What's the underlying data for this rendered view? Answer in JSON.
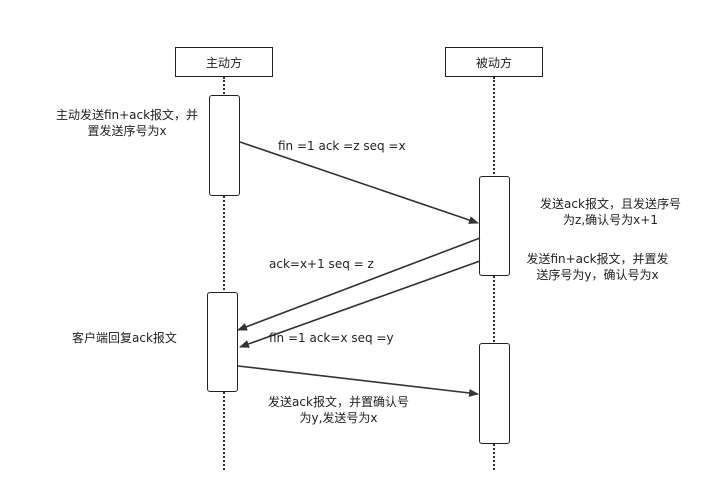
{
  "actors": {
    "active": "主动方",
    "passive": "被动方"
  },
  "messages": {
    "m1": "fin =1 ack =z seq =x",
    "m2": "ack=x+1 seq = z",
    "m3": "fin =1 ack=x seq =y"
  },
  "notes": {
    "active_send_fin_line1": "主动发送fin+ack报文，并",
    "active_send_fin_line2": "置发送序号为x",
    "passive_send_ack_line1": "发送ack报文，且发送序号",
    "passive_send_ack_line2": "为z,确认号为x+1",
    "passive_send_fin_line1": "发送fin+ack报文，并置发",
    "passive_send_fin_line2": "送序号为y，确认号为x",
    "client_reply": "客户端回复ack报文",
    "final_ack_line1": "发送ack报文，并置确认号",
    "final_ack_line2": "为y,发送号为x"
  },
  "colors": {
    "line": "#333333",
    "border": "#222222",
    "background": "#ffffff"
  }
}
